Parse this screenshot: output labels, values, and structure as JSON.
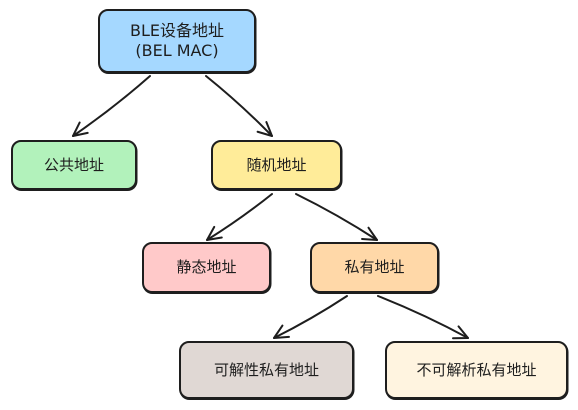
{
  "nodes": {
    "root": {
      "line1": "BLE设备地址",
      "line2": "(BEL MAC)",
      "color": "#a5d8ff"
    },
    "public": {
      "label": "公共地址",
      "color": "#b2f2bb"
    },
    "random": {
      "label": "随机地址",
      "color": "#ffec99"
    },
    "static": {
      "label": "静态地址",
      "color": "#ffc9c9"
    },
    "private": {
      "label": "私有地址",
      "color": "#ffd8a8"
    },
    "resolvable": {
      "label": "可解性私有地址",
      "color": "#e0d8d4"
    },
    "non_resolvable": {
      "label": "不可解析私有地址",
      "color": "#fff4e0"
    }
  },
  "edges": [
    {
      "from": "root",
      "to": "public"
    },
    {
      "from": "root",
      "to": "random"
    },
    {
      "from": "random",
      "to": "static"
    },
    {
      "from": "random",
      "to": "private"
    },
    {
      "from": "private",
      "to": "resolvable"
    },
    {
      "from": "private",
      "to": "non_resolvable"
    }
  ]
}
